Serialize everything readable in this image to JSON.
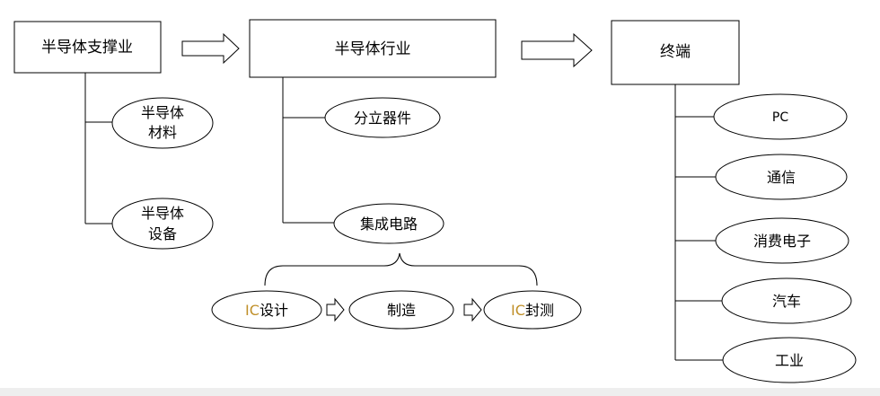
{
  "diagram": {
    "boxes": {
      "support": "半导体支撑业",
      "industry": "半导体行业",
      "terminal": "终端"
    },
    "support_items": {
      "materials": [
        "半导体",
        "材料"
      ],
      "equipment": [
        "半导体",
        "设备"
      ]
    },
    "industry_items": {
      "discrete": "分立器件",
      "ic": "集成电路"
    },
    "ic_chain": {
      "design_prefix": "IC",
      "design_text": "设计",
      "manufacturing": "制造",
      "packaging_prefix": "IC",
      "packaging_text": "封测"
    },
    "terminal_items": {
      "pc": "PC",
      "communication": "通信",
      "consumer": "消费电子",
      "auto": "汽车",
      "industrial": "工业"
    },
    "colors": {
      "stroke": "#000000",
      "fill": "#ffffff",
      "ic_prefix": "#c0902a",
      "bottom_bar": "#eeeeee"
    }
  }
}
